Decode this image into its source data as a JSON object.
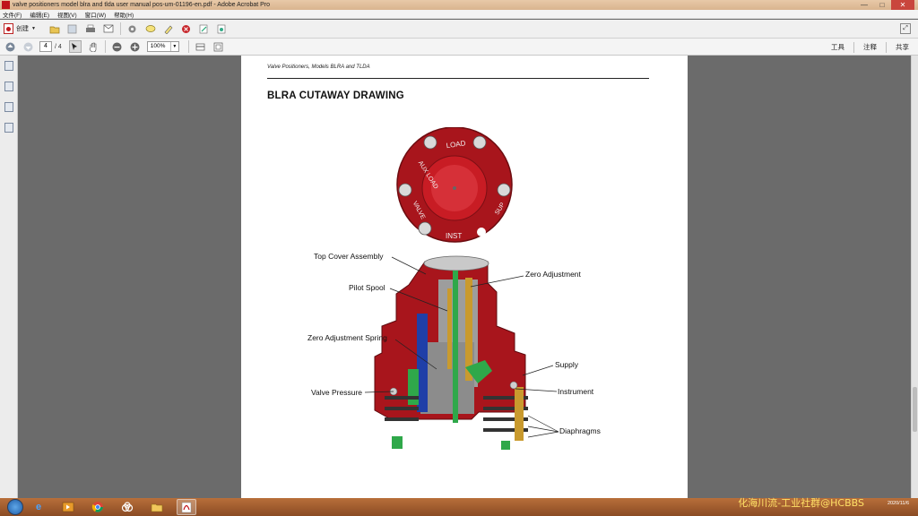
{
  "window": {
    "title": "valve positioners model blra and tlda user manual pos-um-01196-en.pdf - Adobe Acrobat Pro",
    "minimize": "—",
    "maximize": "□",
    "close": "✕"
  },
  "menu": [
    "文件(F)",
    "编辑(E)",
    "视图(V)",
    "窗口(W)",
    "帮助(H)"
  ],
  "toolbar": {
    "create_label": "创建",
    "page_number": "4",
    "page_total": "/ 4",
    "zoom": "100%",
    "right_links": [
      "工具",
      "注释",
      "共享"
    ]
  },
  "document": {
    "running_head": "Valve Positioners, Models BLRA and TLDA",
    "heading": "BLRA CUTAWAY DRAWING",
    "ports": [
      "LOAD",
      "AUX LOAD",
      "VALVE",
      "SUP",
      "INST"
    ],
    "callouts": {
      "top_cover": "Top Cover Assembly",
      "pilot_spool": "Pilot Spool",
      "zero_spring": "Zero Adjustment Spring",
      "valve_pressure": "Valve Pressure",
      "zero_adjustment": "Zero Adjustment",
      "supply": "Supply",
      "instrument": "Instrument",
      "diaphragms": "Diaphragms"
    }
  },
  "taskbar": {
    "clock": "2020/11/6",
    "watermark": "化海川流-工业社群@HCBBS"
  },
  "colors": {
    "body_red": "#a8151c",
    "valve_blue": "#1f3fa8",
    "instrument_green": "#2fa84a",
    "spool_gold": "#c99a2e"
  }
}
